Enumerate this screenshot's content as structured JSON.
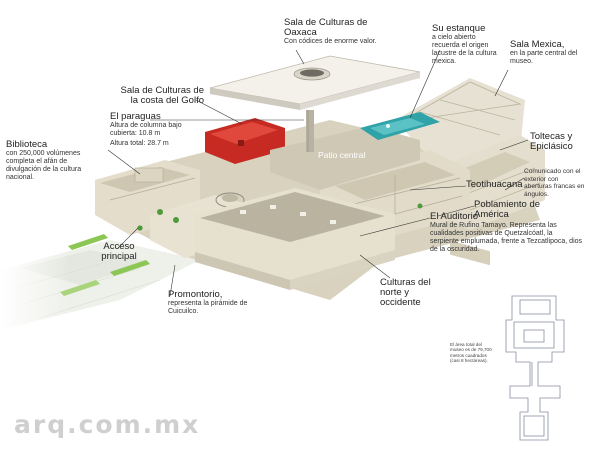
{
  "labels": {
    "oaxaca": {
      "title": "Sala de Culturas de Oaxaca",
      "desc": "Con códices de enorme valor."
    },
    "estanque": {
      "title": "Su estanque",
      "desc": "a cielo abierto recuerda el origen lacustre de la cultura mexica."
    },
    "mexica": {
      "title": "Sala Mexica,",
      "desc": "en la parte central del museo."
    },
    "golfo": {
      "title": "Sala de Culturas de la costa del Golfo"
    },
    "paraguas": {
      "title": "El paraguas",
      "line1": "Altura de columna bajo cubierta: 10.8 m",
      "line2": "Altura total: 28.7 m"
    },
    "biblioteca": {
      "title": "Biblioteca",
      "desc": "con 250,000 volúmenes completa el afán de divulgación de la cultura nacional."
    },
    "patio": {
      "title": "Patio central"
    },
    "toltecas": {
      "title": "Toltecas y Epiclásico"
    },
    "comunicado": {
      "desc": "Comunicado con el exterior con aberturas francas en ángulos."
    },
    "teotihuacana": {
      "title": "Teotihuacana"
    },
    "poblamiento": {
      "title": "Poblamiento de América"
    },
    "auditorio": {
      "title": "El Auditorio",
      "desc": "Mural de Rufino Tamayo. Representa las cualidades positivas de Quetzalcóatl, la serpiente emplumada, frente a Tezcatlipoca, dios de la oscuridad."
    },
    "acceso": {
      "title": "Acceso principal"
    },
    "norte": {
      "title": "Culturas del norte y occidente"
    },
    "promontorio": {
      "title": "Promontorio,",
      "desc": "representa la pirámide de Cuicuilco."
    },
    "area": {
      "desc": "El área total del museo es de 79,700 metros cuadrados (casi 8 hectáreas)."
    }
  },
  "watermark": "arq.com.mx",
  "colors": {
    "wall": "#e2dccb",
    "floor": "#cfc8b5",
    "roof": "#f1eee6",
    "red_room": "#c62a22",
    "pool": "#2fa3a8",
    "green": "#7fbf4a",
    "leader": "#333333",
    "plan_line": "#8a8fa0"
  }
}
